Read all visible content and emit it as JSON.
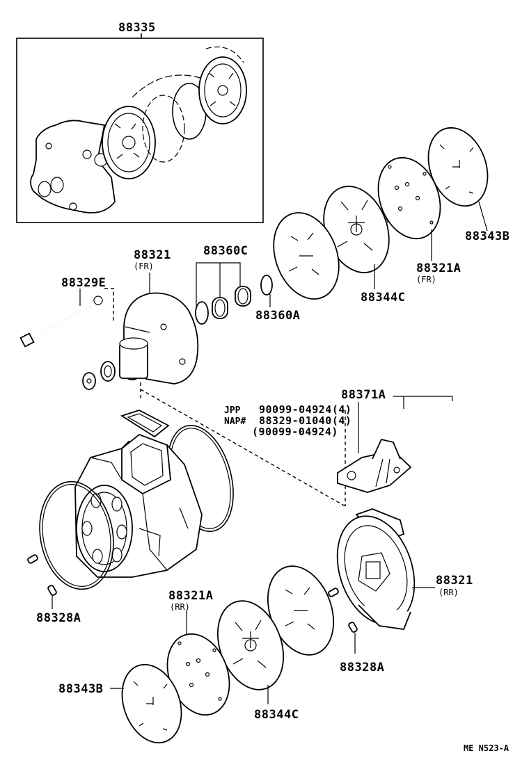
{
  "diagram": {
    "part_labels": {
      "p88335": "88335",
      "p88343b_top": "88343B",
      "p88321a_fr": "88321A",
      "p88321a_fr_sub": "(FR)",
      "p88321_fr": "88321",
      "p88321_fr_sub": "(FR)",
      "p88360c": "88360C",
      "p88329e": "88329E",
      "p88360a": "88360A",
      "p88344c_top": "88344C",
      "p88371a": "88371A",
      "p88321_rr": "88321",
      "p88321_rr_sub": "(RR)",
      "p88321a_rr": "88321A",
      "p88321a_rr_sub": "(RR)",
      "p88328a_left": "88328A",
      "p88328a_right": "88328A",
      "p88343b_bottom": "88343B",
      "p88344c_bottom": "88344C"
    },
    "notes": {
      "jpp_key": "JPP",
      "jpp_val": "90099-04924(4)",
      "nap_key": "NAP#",
      "nap_val": "88329-01040(4)",
      "alt_val": "(90099-04924)"
    },
    "reference_code": "ME N523-A"
  }
}
